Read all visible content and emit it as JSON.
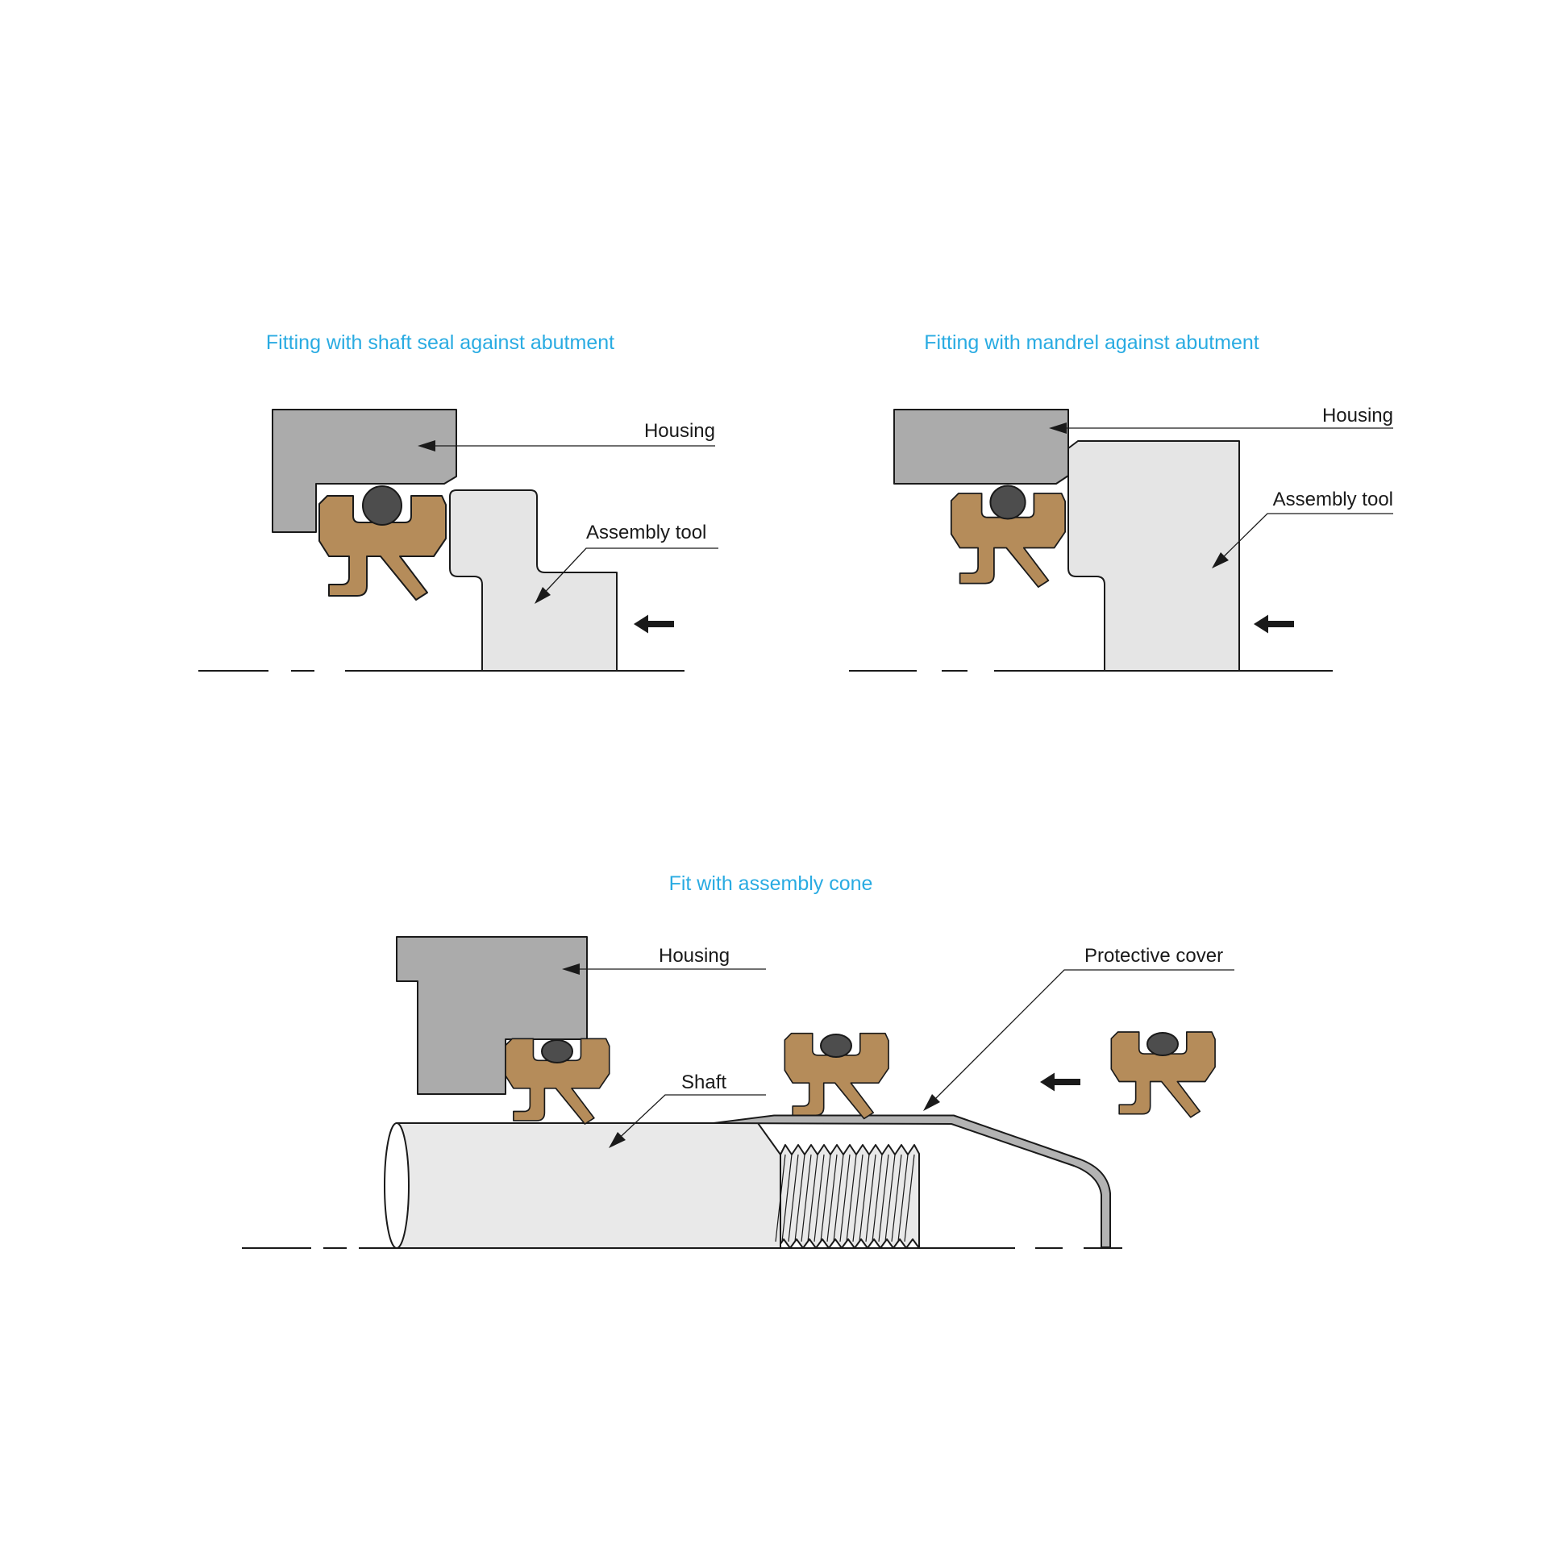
{
  "colors": {
    "title": "#29ABE2",
    "outline": "#1A1A1A",
    "housing_gray": "#ABABAB",
    "tool_gray": "#E5E5E5",
    "shaft_gray": "#E9E9E9",
    "cover_gray": "#B3B3B3",
    "seal_brown": "#B58C5A",
    "spring_dark": "#4D4D4D",
    "end_cap_white": "#FFFFFF"
  },
  "diagrams": {
    "fit_shaft_seal": {
      "title": "Fitting with shaft seal against abutment",
      "labels": {
        "housing": "Housing",
        "assembly_tool": "Assembly tool"
      }
    },
    "fit_mandrel": {
      "title": "Fitting with mandrel against abutment",
      "labels": {
        "housing": "Housing",
        "assembly_tool": "Assembly tool"
      }
    },
    "fit_cone": {
      "title": "Fit with assembly cone",
      "labels": {
        "housing": "Housing",
        "shaft": "Shaft",
        "protective_cover": "Protective cover"
      }
    }
  }
}
